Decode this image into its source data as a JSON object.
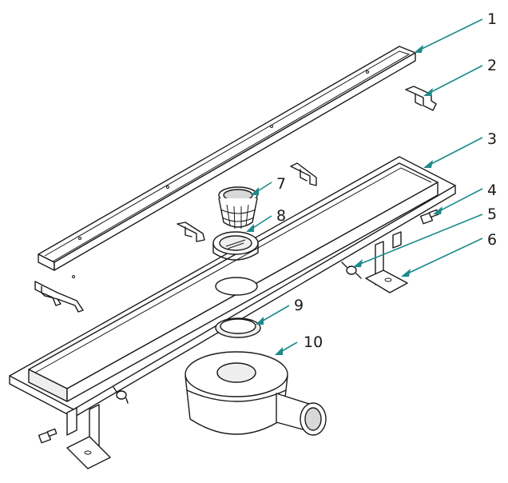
{
  "callouts": [
    {
      "label": "1"
    },
    {
      "label": "2"
    },
    {
      "label": "3"
    },
    {
      "label": "4"
    },
    {
      "label": "5"
    },
    {
      "label": "6"
    },
    {
      "label": "7"
    },
    {
      "label": "8"
    },
    {
      "label": "9"
    },
    {
      "label": "10"
    }
  ],
  "colors": {
    "linework": "#1a1a1a",
    "leader": "#1e8a8a",
    "background": "#ffffff"
  }
}
